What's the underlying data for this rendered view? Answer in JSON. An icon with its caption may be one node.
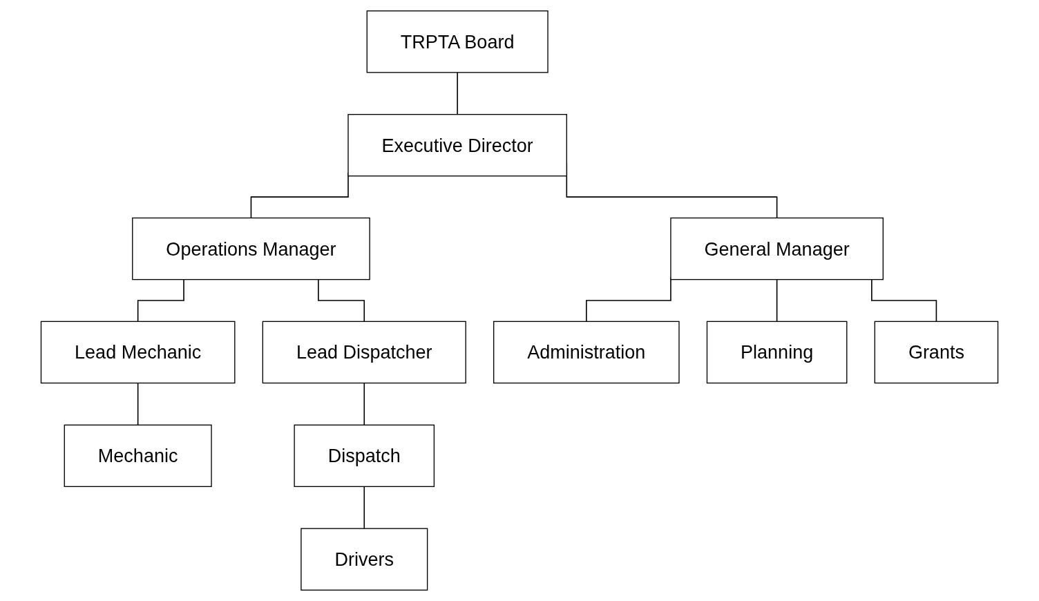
{
  "diagram": {
    "nodes": [
      {
        "text": [
          "TRPTA Board"
        ]
      },
      {
        "text": [
          "Executive Director"
        ]
      },
      {
        "text": [
          "Operations Manager"
        ]
      },
      {
        "text": [
          "General Manager"
        ]
      },
      {
        "text": [
          "Lead Mechanic"
        ]
      },
      {
        "text": [
          "Lead Dispatcher"
        ]
      },
      {
        "text": [
          "Administration"
        ]
      },
      {
        "text": [
          "Planning"
        ]
      },
      {
        "text": [
          "Grants"
        ]
      },
      {
        "text": [
          "Mechanic"
        ]
      },
      {
        "text": [
          "Dispatch"
        ]
      },
      {
        "text": [
          "Drivers"
        ]
      }
    ],
    "edges": [
      {
        "from": 0,
        "to": 1,
        "arrow": "none"
      },
      {
        "from": 1,
        "to": 2,
        "arrow": "none"
      },
      {
        "from": 1,
        "to": 3,
        "arrow": "none"
      },
      {
        "from": 2,
        "to": 4,
        "arrow": "none"
      },
      {
        "from": 2,
        "to": 5,
        "arrow": "none"
      },
      {
        "from": 3,
        "to": 6,
        "arrow": "none"
      },
      {
        "from": 3,
        "to": 7,
        "arrow": "none"
      },
      {
        "from": 3,
        "to": 8,
        "arrow": "none"
      },
      {
        "from": 4,
        "to": 9,
        "arrow": "none"
      },
      {
        "from": 5,
        "to": 10,
        "arrow": "none"
      },
      {
        "from": 10,
        "to": 11,
        "arrow": "none"
      }
    ]
  }
}
